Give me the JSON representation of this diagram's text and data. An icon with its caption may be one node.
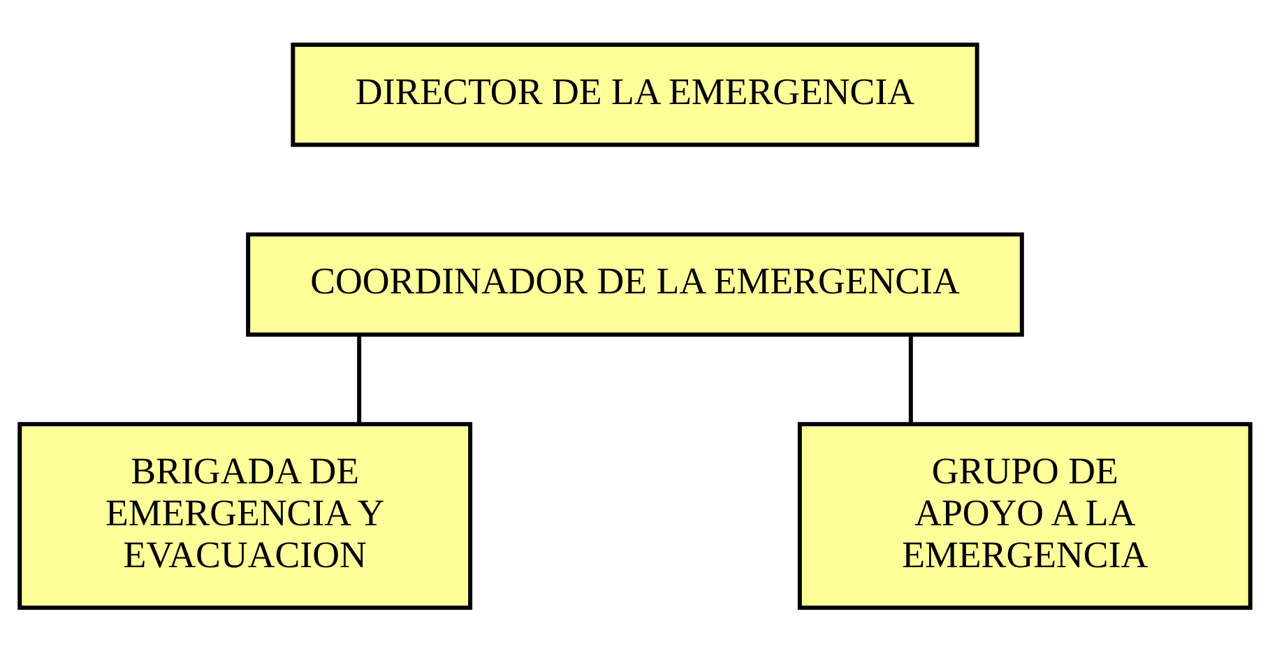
{
  "diagram": {
    "nodes": [
      {
        "text": [
          "DIRECTOR DE LA EMERGENCIA"
        ]
      },
      {
        "text": [
          "COORDINADOR DE LA EMERGENCIA"
        ]
      },
      {
        "text": [
          "BRIGADA DE EMERGENCIA Y EVACUACION"
        ]
      },
      {
        "text": [
          "GRUPO DE APOYO A LA EMERGENCIA"
        ]
      }
    ],
    "edges": [
      {
        "from": 1,
        "to": 2,
        "arrow": "none"
      },
      {
        "from": 1,
        "to": 3,
        "arrow": "none"
      }
    ]
  }
}
